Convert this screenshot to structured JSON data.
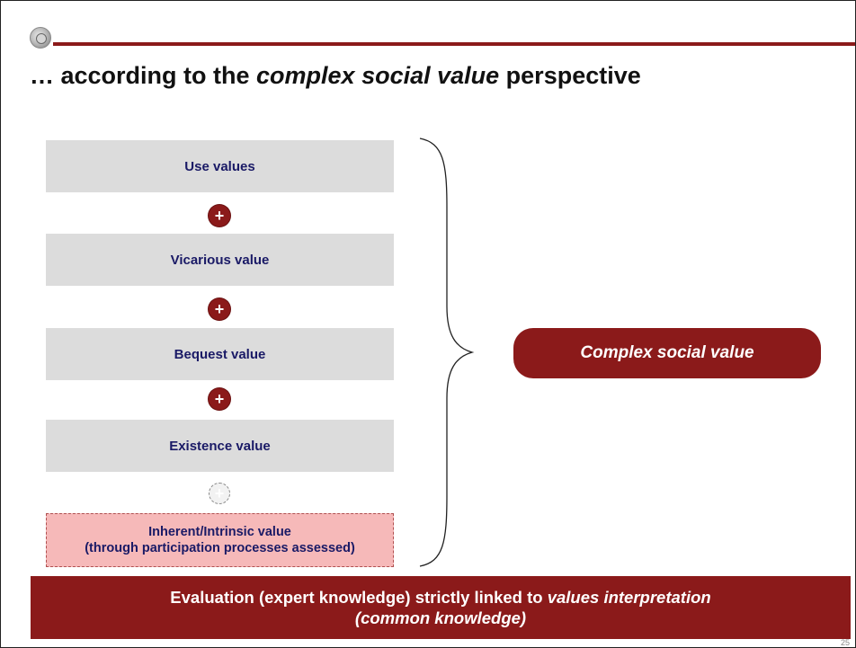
{
  "header": {
    "logo_icon": "university-seal-icon",
    "rule_color": "#8b1a1a",
    "title_prefix": "… according to the ",
    "title_emphasis": "complex social value",
    "title_suffix": " perspective"
  },
  "values": [
    {
      "label": "Use values"
    },
    {
      "label": "Vicarious value"
    },
    {
      "label": "Bequest value"
    },
    {
      "label": "Existence value"
    }
  ],
  "plus_symbol": "+",
  "ghost_plus_symbol": "+",
  "inherent": {
    "line1": "Inherent/Intrinsic value",
    "line2": "(through participation processes assessed)"
  },
  "result_label": "Complex social value",
  "banner": {
    "prefix": "Evaluation (expert knowledge) strictly linked to ",
    "emphasis_line1": "values interpretation",
    "emphasis_line2": "(common knowledge)"
  },
  "page_number": "25",
  "colors": {
    "accent": "#8b1a1a",
    "box_gray": "#dcdcdc",
    "inherent_pink": "#f6b9b9",
    "label_navy": "#1a1a66"
  }
}
